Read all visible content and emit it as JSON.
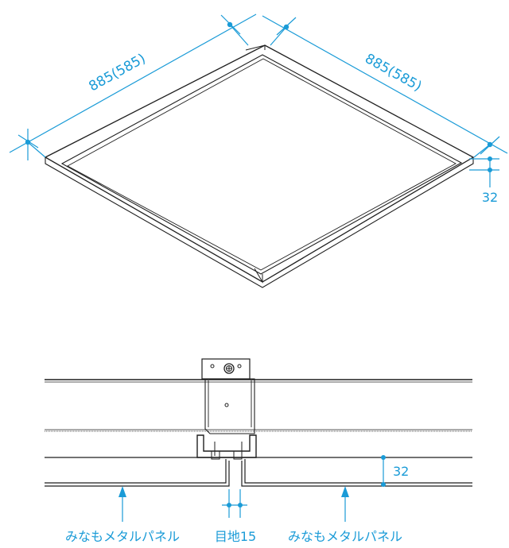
{
  "top_view": {
    "dim_left": "885(585)",
    "dim_right": "885(585)",
    "dim_height": "32"
  },
  "section_view": {
    "dim_height": "32",
    "label_left": "みなもメタルパネル",
    "label_center": "目地15",
    "label_right": "みなもメタルパネル"
  },
  "colors": {
    "dimension": "#1a9bd7",
    "line": "#1f1f1f"
  }
}
